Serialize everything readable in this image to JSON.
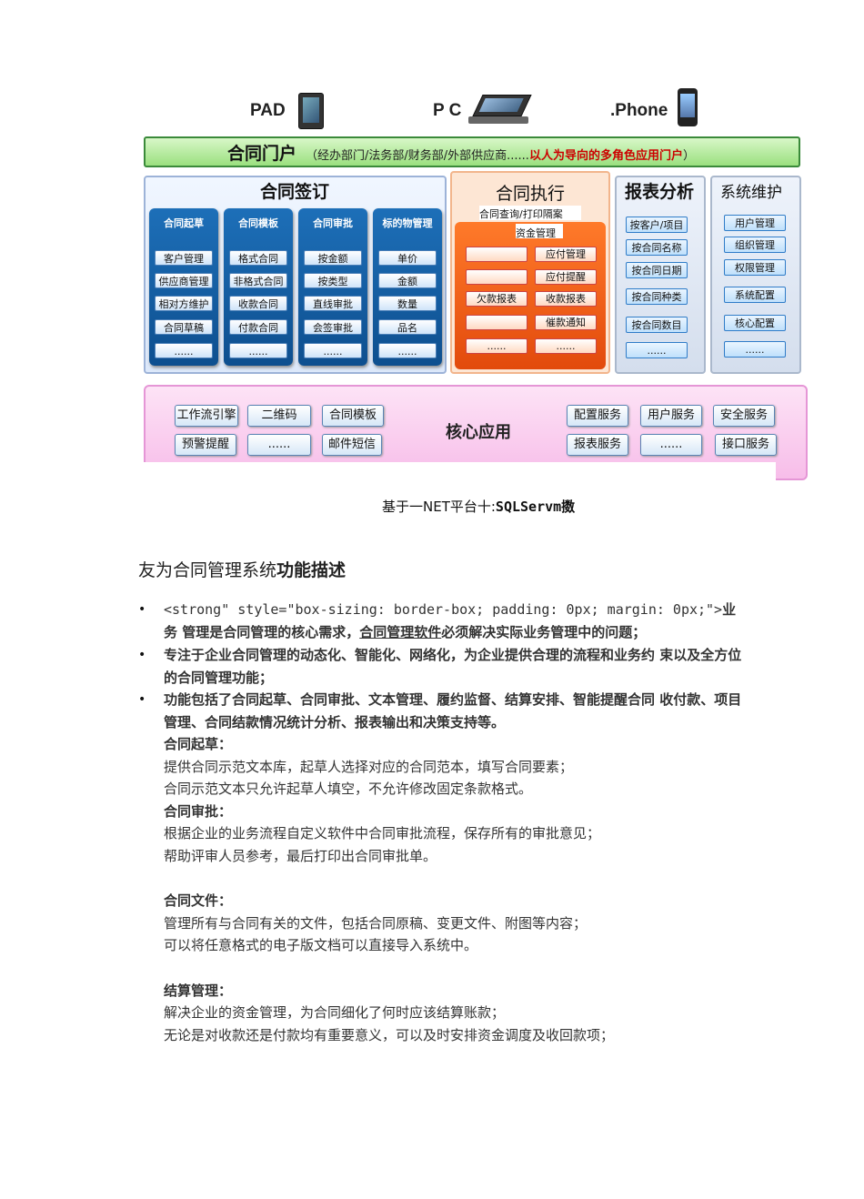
{
  "devices": {
    "pad": "PAD",
    "pc": "P C",
    "phone": ".Phone"
  },
  "portal": {
    "title": "合同门户",
    "sub_prefix": "（经办部门/法务部/财务部/外部供应商......",
    "sub_red": "以人为导向的多角色应用门户",
    "sub_suffix": "）"
  },
  "sign": {
    "title": "合同签订",
    "columns": [
      {
        "head": "合同起草",
        "items": [
          "客户管理",
          "供应商管理",
          "相对方维护",
          "合同草稿",
          "......"
        ]
      },
      {
        "head": "合同模板",
        "items": [
          "格式合同",
          "非格式合同",
          "收款合同",
          "付款合同",
          "......"
        ]
      },
      {
        "head": "合同审批",
        "items": [
          "按金额",
          "按类型",
          "直线审批",
          "会签审批",
          "......"
        ]
      },
      {
        "head": "标的物管理",
        "items": [
          "单价",
          "金额",
          "数量",
          "品名",
          "......"
        ]
      }
    ]
  },
  "exec": {
    "title": "合同执行",
    "sub1": "合同查询/打印隔案",
    "sub2": "资金管理",
    "left": [
      "",
      "",
      "欠款报表",
      "",
      "......"
    ],
    "right": [
      "应付管理",
      "应付提醒",
      "收款报表",
      "催款通知",
      "......"
    ]
  },
  "report": {
    "title": "报表分析",
    "items": [
      "按客户/项目",
      "按合同名称",
      "按合同日期",
      "按合同种类",
      "按合同数目",
      "......"
    ]
  },
  "system": {
    "title": "系统维护",
    "items": [
      "用户管理",
      "组织管理",
      "权限管理",
      "系统配置",
      "核心配置",
      "......"
    ]
  },
  "core": {
    "title": "核心应用",
    "left": [
      "工作流引擎",
      "二维码",
      "合同模板",
      "预警提醒",
      "......",
      "邮件短信"
    ],
    "right": [
      "配置服务",
      "用户服务",
      "安全服务",
      "报表服务",
      "......",
      "接口服务"
    ]
  },
  "caption": {
    "prefix": "基于一NET平台十:",
    "mono": "SQLServm",
    "suffix": "擞"
  },
  "heading": {
    "normal": "友为合同管理系统",
    "bold": "功能描述"
  },
  "bullets": [
    {
      "code": "<strong\" style=\"box-sizing: border-box; padding: 0px; margin: 0px;\">",
      "text_a": "业务 管理是合同管理的核心需求，",
      "link": "合同管理软件",
      "text_b": "必须解决实际业务管理中的问题；"
    },
    {
      "text": "专注于企业合同管理的动态化、智能化、网络化，为企业提供合理的流程和业务约 束以及全方位的合同管理功能；"
    },
    {
      "text": "功能包括了合同起草、合同审批、文本管理、履约监督、结算安排、智能提醒合同 收付款、项目管理、合同结款情况统计分析、报表输出和决策支持等。"
    }
  ],
  "sections": [
    {
      "title": "合同起草：",
      "lines": [
        "提供合同示范文本库，起草人选择对应的合同范本，填写合同要素；",
        "合同示范文本只允许起草人填空，不允许修改固定条款格式。"
      ]
    },
    {
      "title": "合同审批：",
      "lines": [
        "根据企业的业务流程自定义软件中合同审批流程，保存所有的审批意见；",
        "帮助评审人员参考，最后打印出合同审批单。"
      ]
    },
    {
      "title": "合同文件：",
      "lines": [
        "管理所有与合同有关的文件，包括合同原稿、变更文件、附图等内容；",
        "可以将任意格式的电子版文档可以直接导入系统中。"
      ]
    },
    {
      "title": "结算管理：",
      "lines": [
        "解决企业的资金管理，为合同细化了何时应该结算账款；",
        "无论是对收款还是付款均有重要意义，可以及时安排资金调度及收回款项；"
      ]
    }
  ]
}
